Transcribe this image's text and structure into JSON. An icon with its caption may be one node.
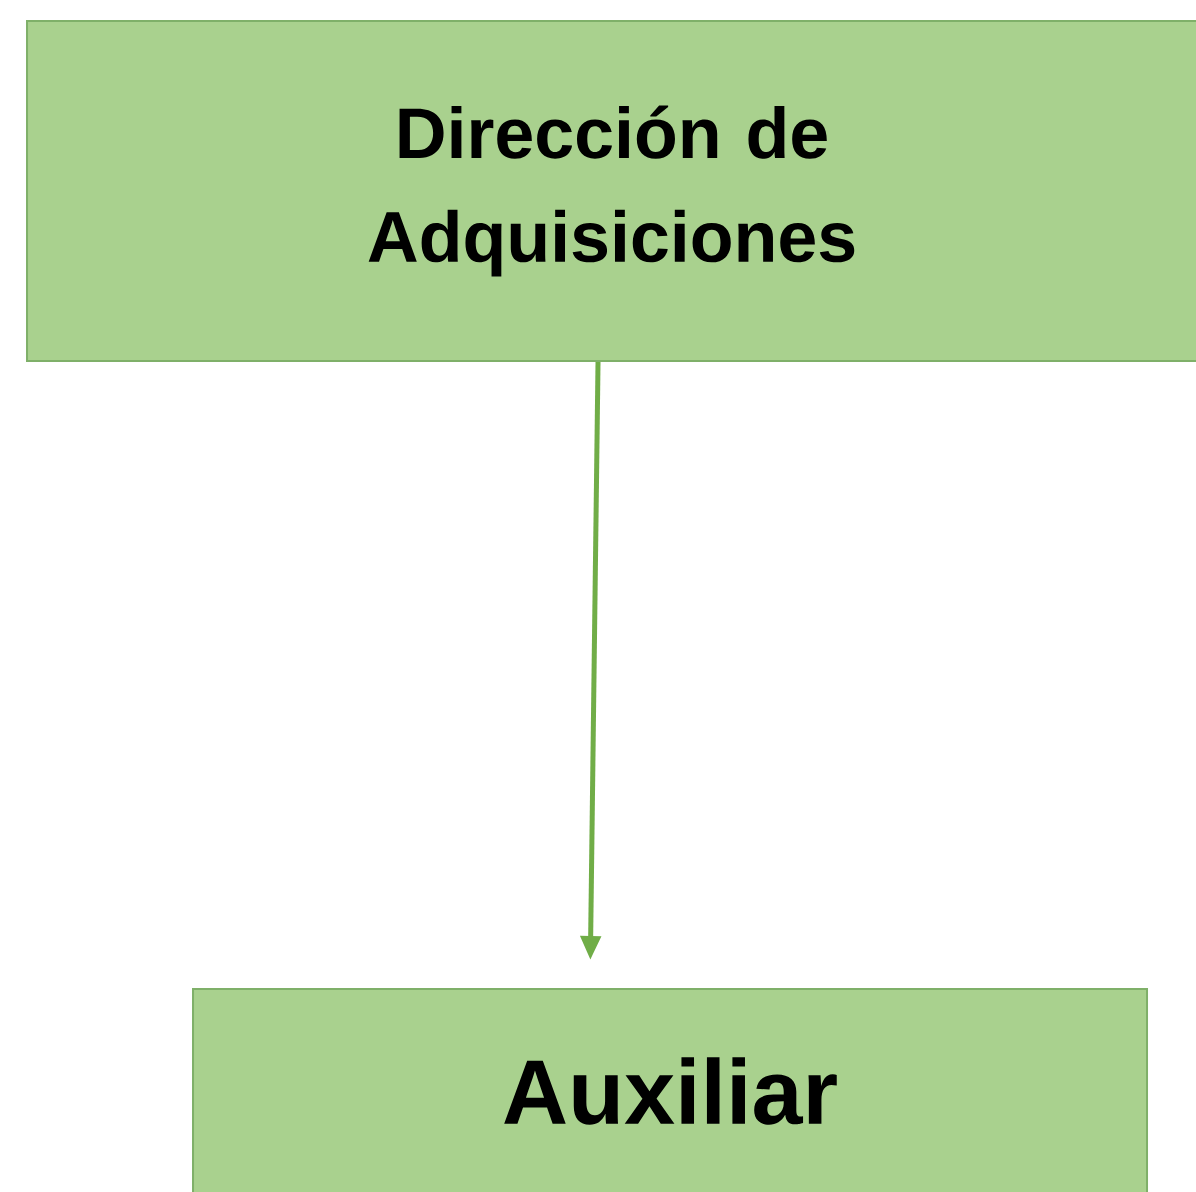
{
  "diagram": {
    "nodes": [
      {
        "text": [
          "Dirección de Adquisiciones"
        ]
      },
      {
        "text": [
          "Auxiliar"
        ]
      }
    ],
    "edges": [
      {
        "from": 0,
        "to": 1,
        "arrow": "to"
      }
    ]
  }
}
